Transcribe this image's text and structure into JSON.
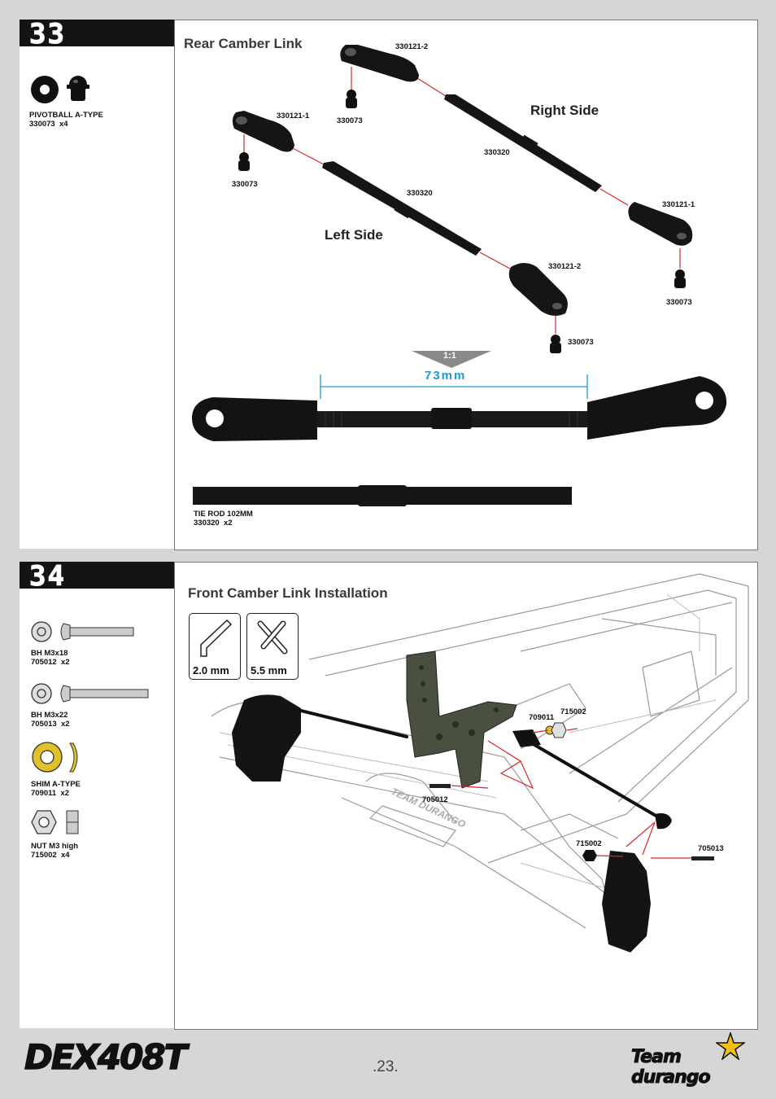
{
  "step33": {
    "number": "33",
    "title": "Rear Camber Link",
    "sidebar_parts": [
      {
        "icon": "pivotball-icon",
        "label": "PIVOTBALL A-TYPE\n330073  x4"
      }
    ],
    "labels": {
      "right_side": "Right Side",
      "left_side": "Left Side",
      "code_330121_2_top": "330121-2",
      "code_330073_top": "330073",
      "code_330121_1_left": "330121-1",
      "code_330073_left": "330073",
      "code_330320_right": "330320",
      "code_330320_left": "330320",
      "code_330121_1_right": "330121-1",
      "code_330073_right": "330073",
      "code_330121_2_bottom": "330121-2",
      "code_330073_bottom": "330073"
    },
    "scale": "1:1",
    "dimension": "73mm",
    "tie_rod_label": "TIE ROD 102MM\n330320  x2"
  },
  "step34": {
    "number": "34",
    "title": "Front Camber Link Installation",
    "sidebar_parts": [
      {
        "icon": "button-head-screw-icon",
        "label": "BH M3x18\n705012  x2"
      },
      {
        "icon": "button-head-screw-icon",
        "label": "BH M3x22\n705013  x2"
      },
      {
        "icon": "shim-icon",
        "label": "SHIM A-TYPE\n709011  x2"
      },
      {
        "icon": "nut-icon",
        "label": "NUT M3 high\n715002  x4"
      }
    ],
    "tools": [
      {
        "icon": "hex-key-icon",
        "label": "2.0 mm"
      },
      {
        "icon": "cross-wrench-icon",
        "label": "5.5 mm"
      }
    ],
    "callouts": {
      "c709011": "709011",
      "c715002_top": "715002",
      "c705012": "705012",
      "c715002_bottom": "715002",
      "c705013": "705013"
    }
  },
  "footer": {
    "logo_text": "DEX408T",
    "page_number": ".23.",
    "brand_text": "Team durango"
  },
  "colors": {
    "accent_red": "#d7272b",
    "dimension_blue": "#1a9ad6",
    "shim_gold": "#e0c228",
    "shock_tower": "#4a5040"
  }
}
